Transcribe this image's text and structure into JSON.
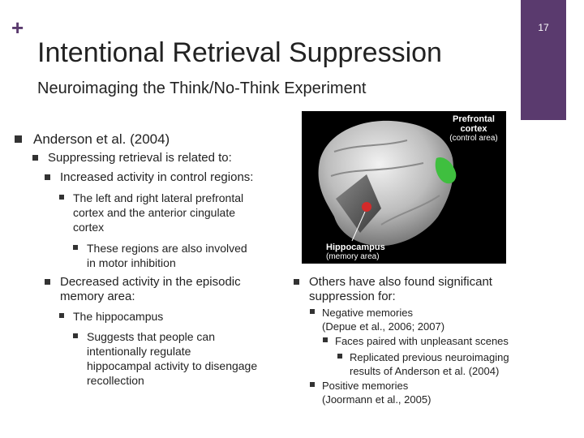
{
  "header": {
    "plus": "+",
    "title": "Intentional Retrieval Suppression",
    "subtitle": "Neuroimaging the Think/No-Think Experiment",
    "slide_number": "17"
  },
  "colors": {
    "accent": "#5a3a6e",
    "bullet": "#333333",
    "text": "#222222",
    "prefrontal": "#3fbf3f",
    "hippocampus": "#d42a2a"
  },
  "left": {
    "anderson": "Anderson et al. (2004)",
    "suppressing": "Suppressing retrieval is related to:",
    "increased": "Increased activity in control regions:",
    "prefrontal_lines": [
      "The left and right lateral prefrontal",
      "cortex and the anterior cingulate",
      "cortex"
    ],
    "motor_lines": [
      "These regions are also involved",
      "in motor inhibition"
    ],
    "decreased_lines": [
      "Decreased activity in the episodic",
      "memory area:"
    ],
    "hippocampus": "The hippocampus",
    "suggests_lines": [
      "Suggests that people can",
      "intentionally regulate",
      "hippocampal activity to disengage",
      "recollection"
    ]
  },
  "right": {
    "others_lines": [
      "Others have also found significant",
      "suppression for:"
    ],
    "negative_lines": [
      "Negative memories",
      "(Depue et al., 2006; 2007)"
    ],
    "faces": "Faces paired with unpleasant scenes",
    "replicated_lines": [
      "Replicated previous neuroimaging",
      "results of Anderson et al. (2004)"
    ],
    "positive_lines": [
      "Positive memories",
      "(Joormann et al., 2005)"
    ]
  },
  "figure": {
    "prefrontal_label": "Prefrontal",
    "prefrontal_label_2": "cortex",
    "prefrontal_sub": "(control area)",
    "hippocampus_label": "Hippocampus",
    "hippocampus_sub": "(memory area)"
  }
}
